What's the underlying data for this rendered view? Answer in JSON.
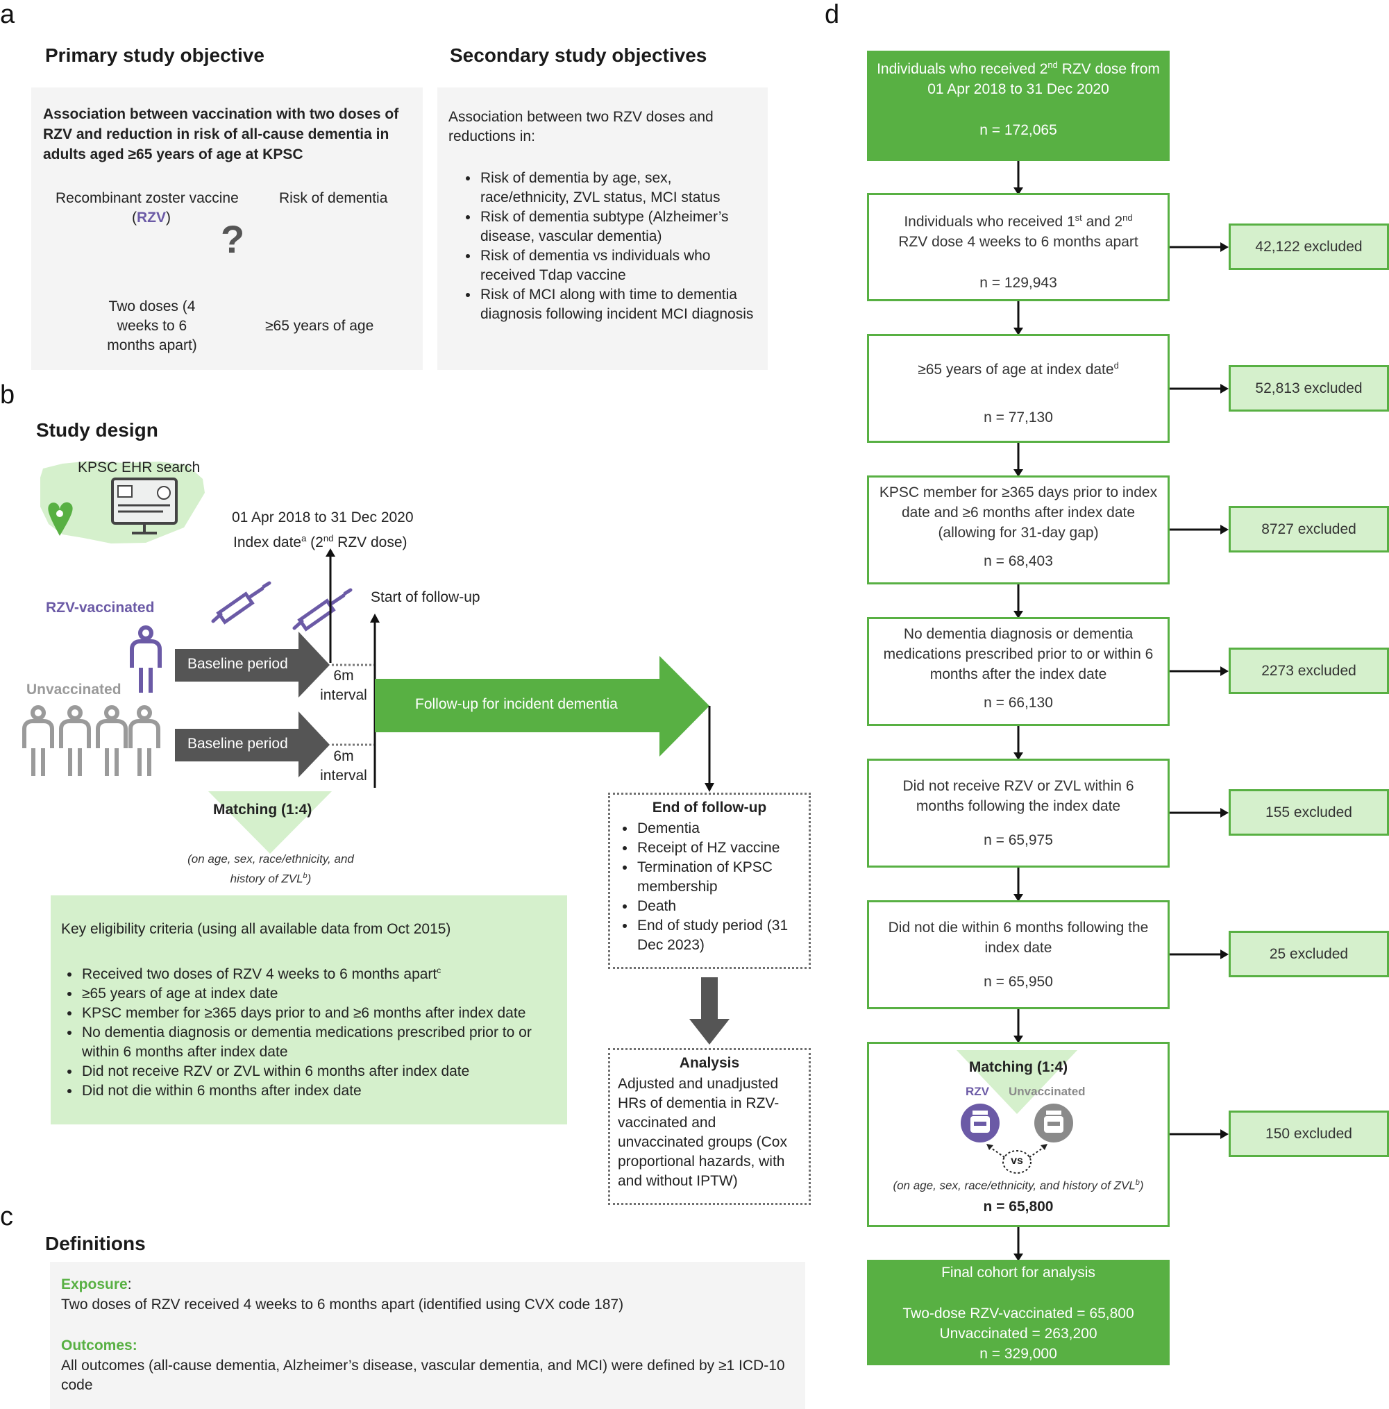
{
  "panels": {
    "a": "a",
    "b": "b",
    "c": "c",
    "d": "d"
  },
  "panel_a": {
    "primary_title": "Primary study objective",
    "primary_text": "Association between vaccination with two doses of RZV and reduction in risk of all-cause dementia in adults aged ≥65 years of age at KPSC",
    "vaccine_label": "Recombinant zoster vaccine",
    "vaccine_abbr_open": "(",
    "vaccine_abbr": "RZV",
    "vaccine_abbr_close": ")",
    "question_mark": "?",
    "risk_label": "Risk of dementia",
    "doses_label": "Two doses (4 weeks to 6 months apart)",
    "age_label": "≥65 years of age",
    "secondary_title": "Secondary study objectives",
    "secondary_intro": "Association between two RZV doses and reductions in:",
    "secondary_items": [
      "Risk of dementia by age, sex, race/ethnicity, ZVL status, MCI status",
      "Risk of dementia subtype (Alzheimer’s disease, vascular dementia)",
      "Risk of dementia vs individuals who received Tdap vaccine",
      "Risk of MCI along with time to dementia diagnosis following incident MCI diagnosis"
    ]
  },
  "panel_b": {
    "title": "Study design",
    "ehr_label": "KPSC EHR search",
    "index_dates": "01 Apr 2018 to 31 Dec 2020",
    "index_label_pre": "Index date",
    "index_sup": "a",
    "index_label_mid": " (2",
    "index_sup2": "nd",
    "index_label_post": " RZV dose)",
    "start_followup": "Start of follow-up",
    "rzv_vaccinated": "RZV-vaccinated",
    "unvaccinated": "Unvaccinated",
    "baseline_1": "Baseline period",
    "baseline_2": "Baseline period",
    "interval_1a": "6m",
    "interval_1b": "interval",
    "interval_2a": "6m",
    "interval_2b": "interval",
    "followup_label": "Follow-up for incident dementia",
    "matching_label": "Matching (1:4)",
    "matching_note_1": "(on age, sex, race/ethnicity, and",
    "matching_note_2": "history of ZVL",
    "matching_note_sup": "b",
    "matching_note_3": ")",
    "end_title": "End of follow-up",
    "end_items": [
      "Dementia",
      "Receipt of HZ vaccine",
      "Termination of KPSC membership",
      "Death",
      "End of study period (31 Dec 2023)"
    ],
    "analysis_title": "Analysis",
    "analysis_text": "Adjusted and unadjusted HRs of dementia in RZV-vaccinated and unvaccinated groups (Cox proportional hazards, with and without IPTW)",
    "eligibility_title": "Key eligibility criteria (using all available data from Oct 2015)",
    "eligibility_items": [
      "Received two doses of RZV 4 weeks to 6 months apart",
      "≥65 years of age at index date",
      "KPSC member for ≥365 days prior to and ≥6 months after index date",
      "No dementia diagnosis or dementia medications prescribed prior to or within 6 months after index date",
      "Did not receive RZV or ZVL within 6 months after index date",
      "Did not die within 6 months after index date"
    ],
    "eligibility_sup": "c"
  },
  "panel_c": {
    "title": "Definitions",
    "exposure_label": "Exposure",
    "exposure_colon": ":",
    "exposure_text": "Two doses of RZV received 4 weeks to 6 months apart (identified using CVX code 187)",
    "outcomes_label": "Outcomes:",
    "outcomes_text": "All outcomes (all-cause dementia, Alzheimer’s disease, vascular dementia, and MCI) were defined by ≥1 ICD-10 code"
  },
  "panel_d": {
    "box1_pre": "Individuals who received 2",
    "box1_sup": "nd",
    "box1_post": " RZV dose from",
    "box1_dates": "01 Apr 2018 to 31 Dec 2020",
    "box1_n": "n = 172,065",
    "box2_pre": "Individuals who received 1",
    "box2_sup1": "st",
    "box2_mid": " and 2",
    "box2_sup2": "nd",
    "box2_post": "RZV dose 4 weeks to 6 months apart",
    "box2_n": "n = 129,943",
    "box3_text": "≥65 years of age at index date",
    "box3_sup": "d",
    "box3_n": "n = 77,130",
    "box4_text": "KPSC member for ≥365 days prior to index date and ≥6 months after index date (allowing for 31-day gap)",
    "box4_n": "n = 68,403",
    "box5_text": "No dementia diagnosis or dementia medications prescribed prior to or within 6 months after the index date",
    "box5_n": "n = 66,130",
    "box6_text": "Did not receive RZV or ZVL within 6 months following the index date",
    "box6_n": "n = 65,975",
    "box7_text": "Did not die within 6 months following the index date",
    "box7_n": "n = 65,950",
    "box8_title": "Matching (1:4)",
    "box8_rzv": "RZV",
    "box8_unvacc": "Unvaccinated",
    "box8_vs": "vs",
    "box8_note": "(on age, sex, race/ethnicity, and history of ZVL",
    "box8_note_sup": "b",
    "box8_note_close": ")",
    "box8_n": "n = 65,800",
    "final_title": "Final cohort for analysis",
    "final_line1": "Two-dose RZV-vaccinated = 65,800",
    "final_line2": "Unvaccinated = 263,200",
    "final_line3": "n = 329,000",
    "excluded": [
      "42,122 excluded",
      "52,813 excluded",
      "8727 excluded",
      "2273 excluded",
      "155 excluded",
      "25 excluded",
      "150 excluded"
    ]
  },
  "colors": {
    "green_dark": "#58b043",
    "green_light": "#d5f0cc",
    "purple": "#6b5aa6",
    "grey_person": "#9a9a9a",
    "arrow_dark": "#555555"
  }
}
